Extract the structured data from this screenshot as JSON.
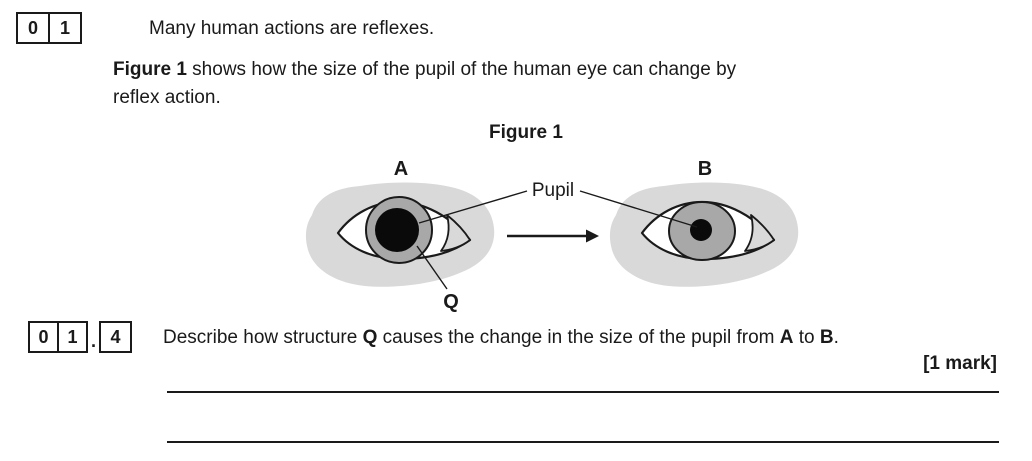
{
  "page": {
    "background": "#ffffff",
    "text_color": "#1a1a1a"
  },
  "intro": {
    "number_cells": [
      "0",
      "1"
    ],
    "opening_line": "Many human actions are reflexes.",
    "para_bold": "Figure 1",
    "para_rest": " shows how the size of the pupil of the human eye can change by",
    "para_line2": "reflex action."
  },
  "figure": {
    "title": "Figure 1",
    "eye_a_label": "A",
    "eye_b_label": "B",
    "pupil_label": "Pupil",
    "q_label": "Q",
    "colors": {
      "skin": "#d9d9d9",
      "iris": "#a8a8a8",
      "pupil": "#0a0a0a",
      "sclera": "#ffffff",
      "outline": "#1a1a1a"
    }
  },
  "sub_question": {
    "number_cells": [
      "0",
      "1"
    ],
    "separator": ".",
    "part_number": "4",
    "prompt": {
      "part1": "Describe how structure ",
      "bold_q": "Q",
      "part2": " causes the change in the size of the pupil from ",
      "bold_a": "A",
      "part3": " to ",
      "bold_b": "B",
      "part4": "."
    },
    "marks": "[1 mark]",
    "answer_line_count": 2
  }
}
